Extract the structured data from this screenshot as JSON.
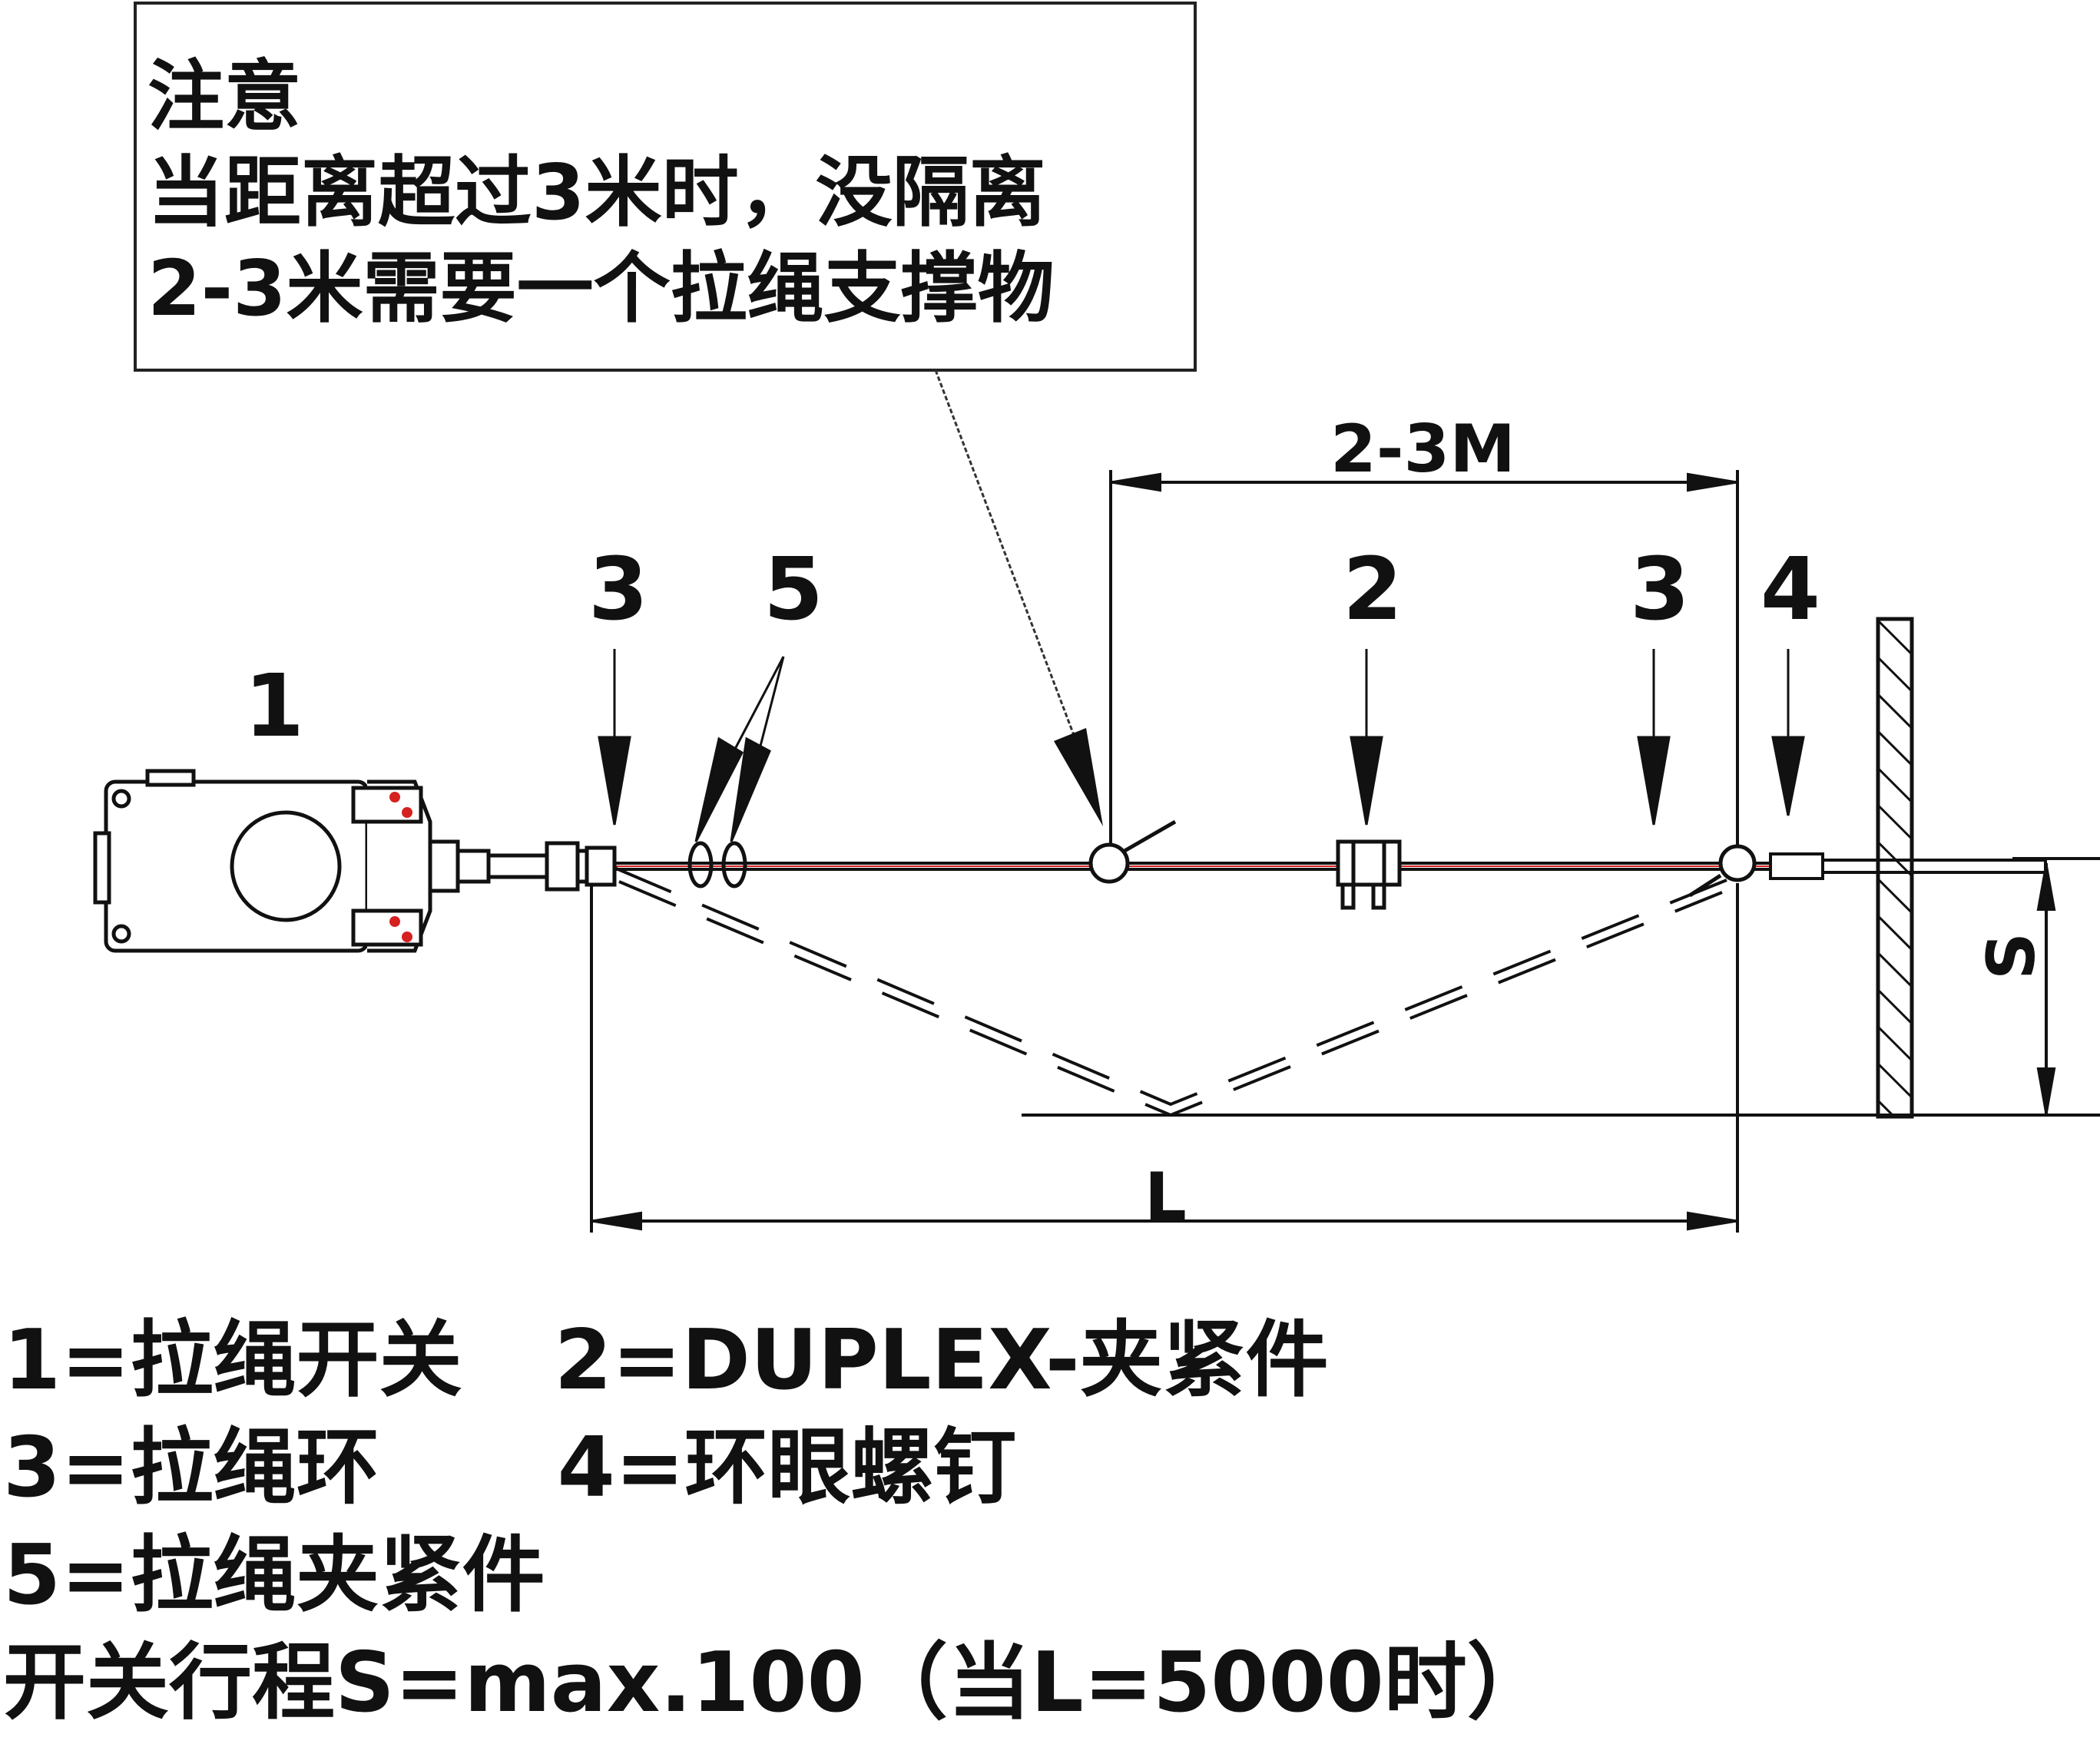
{
  "note": {
    "title": "注意",
    "line1": "当距离超过3米时，没隔离",
    "line2": "2-3米需要一个拉绳支撑物"
  },
  "callouts": {
    "switch": "1",
    "ring_left": "3",
    "clamp_rope": "5",
    "duplex": "2",
    "ring_right": "3",
    "eye_bolt": "4"
  },
  "dimensions": {
    "spacing": "2-3M",
    "length": "L",
    "stroke": "S"
  },
  "legend": {
    "row1_a": "1=拉绳开关",
    "row1_b": "2=DUPLEX-夹紧件",
    "row2_a": "3=拉绳环",
    "row2_b": "4=环眼螺钉",
    "row3": "5=拉绳夹紧件",
    "row4": "开关行程S=max.100（当L=5000时）"
  },
  "colors": {
    "line": "#111111",
    "rope_core": "#d62020",
    "marker": "#d62020"
  }
}
